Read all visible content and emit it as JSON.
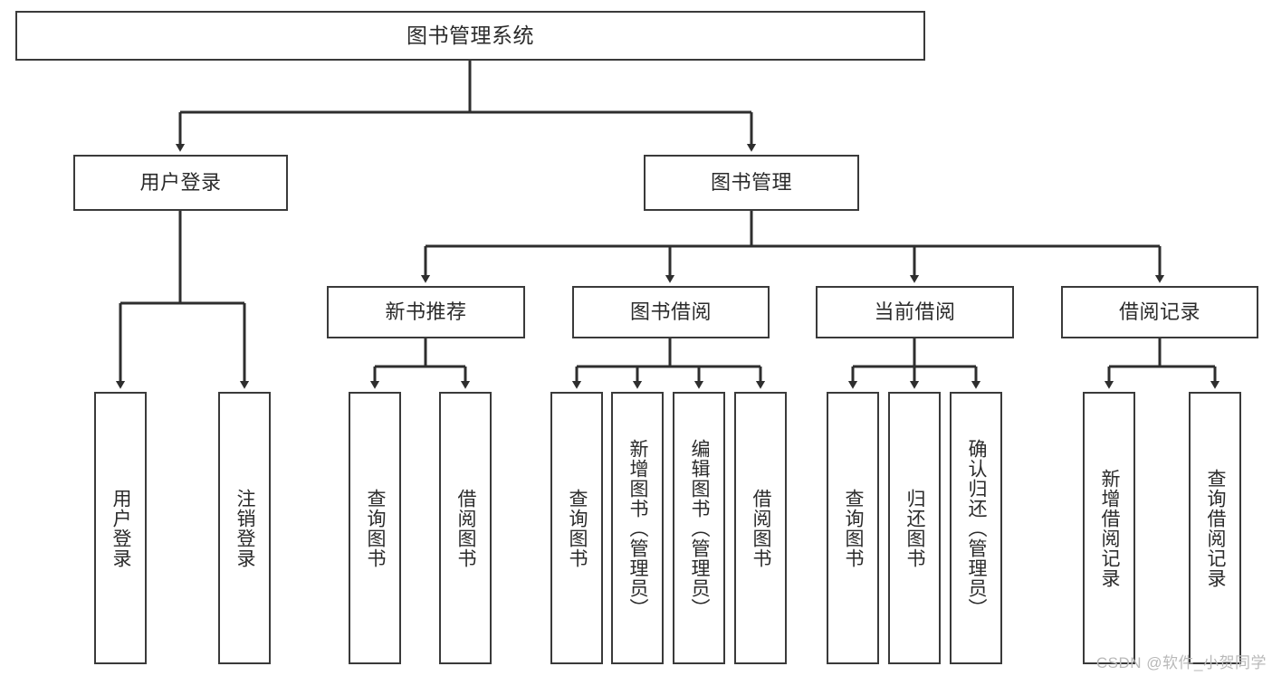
{
  "diagram": {
    "title": "图书管理系统",
    "type": "tree-hierarchy-chart",
    "colors": {
      "background": "#ffffff",
      "box_border": "#3a3a3a",
      "box_fill": "#ffffff",
      "text": "#2b2b2b",
      "connector": "#2e2e2e",
      "watermark": "#b9b9b9"
    },
    "nodes": {
      "root": {
        "label": "图书管理系统"
      },
      "level1": [
        {
          "id": "user-login",
          "label": "用户登录"
        },
        {
          "id": "book-management",
          "label": "图书管理"
        }
      ],
      "level2": [
        {
          "id": "new-book-recommend",
          "label": "新书推荐"
        },
        {
          "id": "book-borrow",
          "label": "图书借阅"
        },
        {
          "id": "current-borrow",
          "label": "当前借阅"
        },
        {
          "id": "borrow-record",
          "label": "借阅记录"
        }
      ],
      "leaves": {
        "user_login": [
          {
            "id": "leaf-user-login",
            "label": "用户登录"
          },
          {
            "id": "leaf-logout-login",
            "label": "注销登录"
          }
        ],
        "new_book_recommend": [
          {
            "id": "leaf-query-book-1",
            "label": "查询图书"
          },
          {
            "id": "leaf-borrow-book-1",
            "label": "借阅图书"
          }
        ],
        "book_borrow": [
          {
            "id": "leaf-query-book-2",
            "label": "查询图书"
          },
          {
            "id": "leaf-add-book",
            "label": "新增图书（管理员）"
          },
          {
            "id": "leaf-edit-book",
            "label": "编辑图书（管理员）"
          },
          {
            "id": "leaf-borrow-book-2",
            "label": "借阅图书"
          }
        ],
        "current_borrow": [
          {
            "id": "leaf-query-book-3",
            "label": "查询图书"
          },
          {
            "id": "leaf-return-book",
            "label": "归还图书"
          },
          {
            "id": "leaf-confirm-return",
            "label": "确认归还（管理员）"
          }
        ],
        "borrow_record": [
          {
            "id": "leaf-add-borrow-record",
            "label": "新增借阅记录"
          },
          {
            "id": "leaf-query-borrow-record",
            "label": "查询借阅记录"
          }
        ]
      }
    },
    "watermark": "CSDN @软件_小贺同学"
  }
}
